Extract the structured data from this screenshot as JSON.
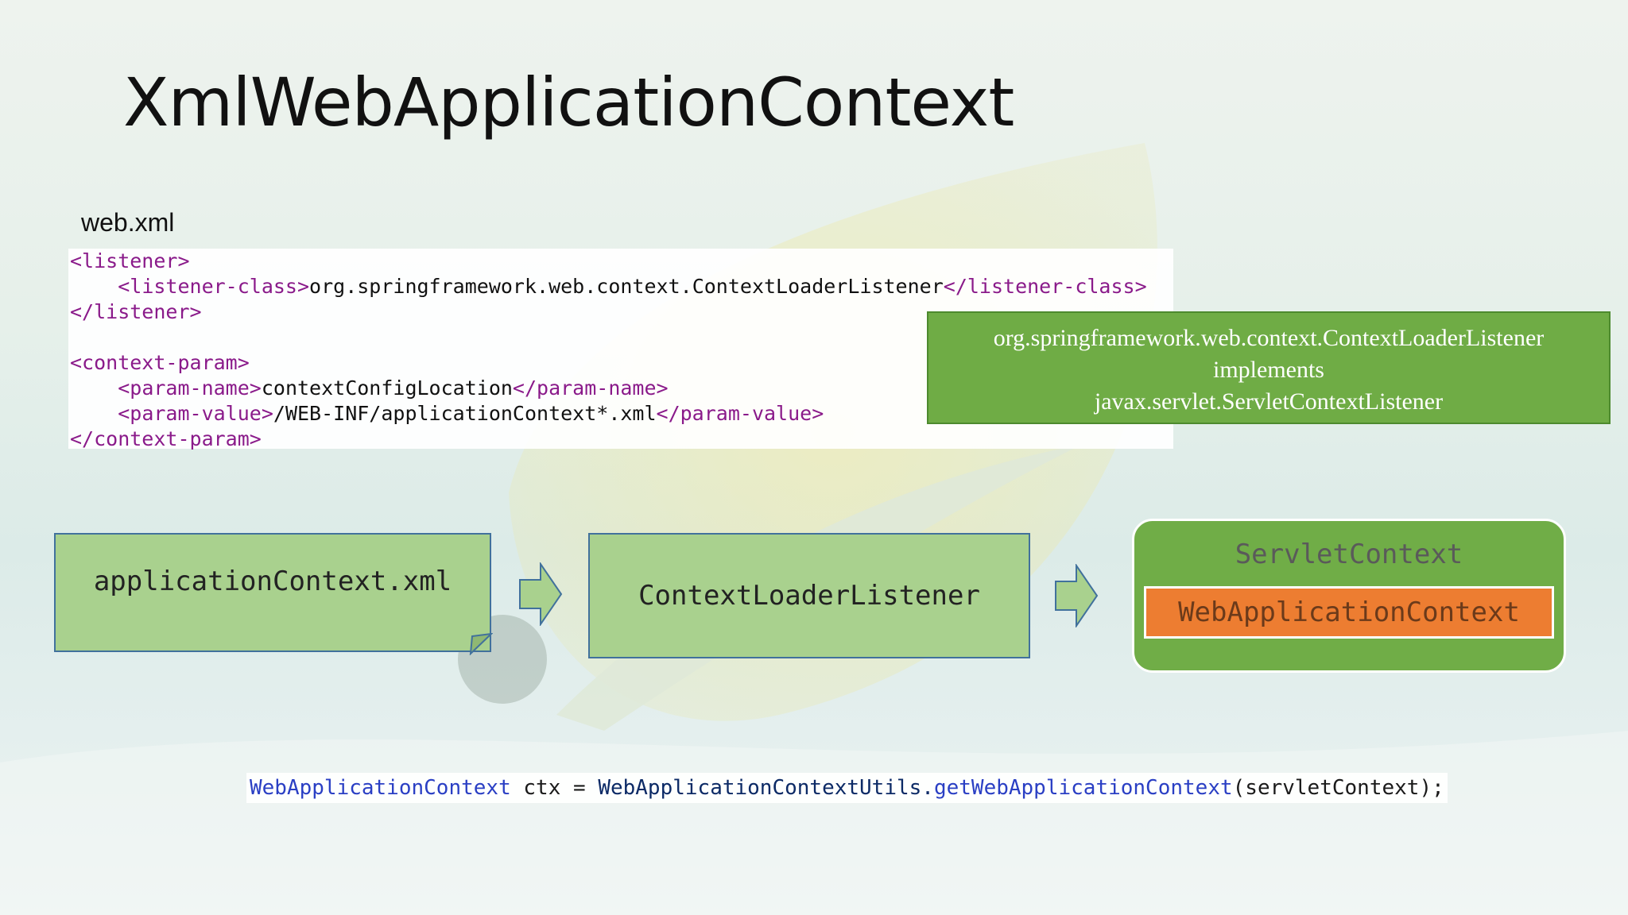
{
  "slide": {
    "title": "XmlWebApplicationContext",
    "file_label": "web.xml"
  },
  "code": {
    "l1_open": "<listener>",
    "l2_indent": "    ",
    "l2_open": "<listener-class>",
    "l2_text": "org.springframework.web.context.ContextLoaderListener",
    "l2_close": "</listener-class>",
    "l3_close": "</listener>",
    "l5_open": "<context-param>",
    "l6_open": "<param-name>",
    "l6_text": "contextConfigLocation",
    "l6_close": "</param-name>",
    "l7_open": "<param-value>",
    "l7_text": "/WEB-INF/applicationContext*.xml",
    "l7_close": "</param-value>",
    "l8_close": "</context-param>"
  },
  "implements_box": {
    "line1": "org.springframework.web.context.ContextLoaderListener",
    "line2": "implements",
    "line3": "javax.servlet.ServletContextListener"
  },
  "flow": {
    "node1": "applicationContext.xml",
    "node2": "ContextLoaderListener",
    "container": "ServletContext",
    "inner": "WebApplicationContext"
  },
  "bottom_code": {
    "type": "WebApplicationContext",
    "var": " ctx = ",
    "util": "WebApplicationContextUtils.",
    "method": "getWebApplicationContext",
    "args": "(servletContext);"
  },
  "colors": {
    "tag": "#8a1a8a",
    "implements_bg": "#6fac45",
    "node_bg": "#a9d18e",
    "container_bg": "#70ad47",
    "inner_bg": "#ed7d31",
    "code_blue": "#2a3fc4"
  }
}
